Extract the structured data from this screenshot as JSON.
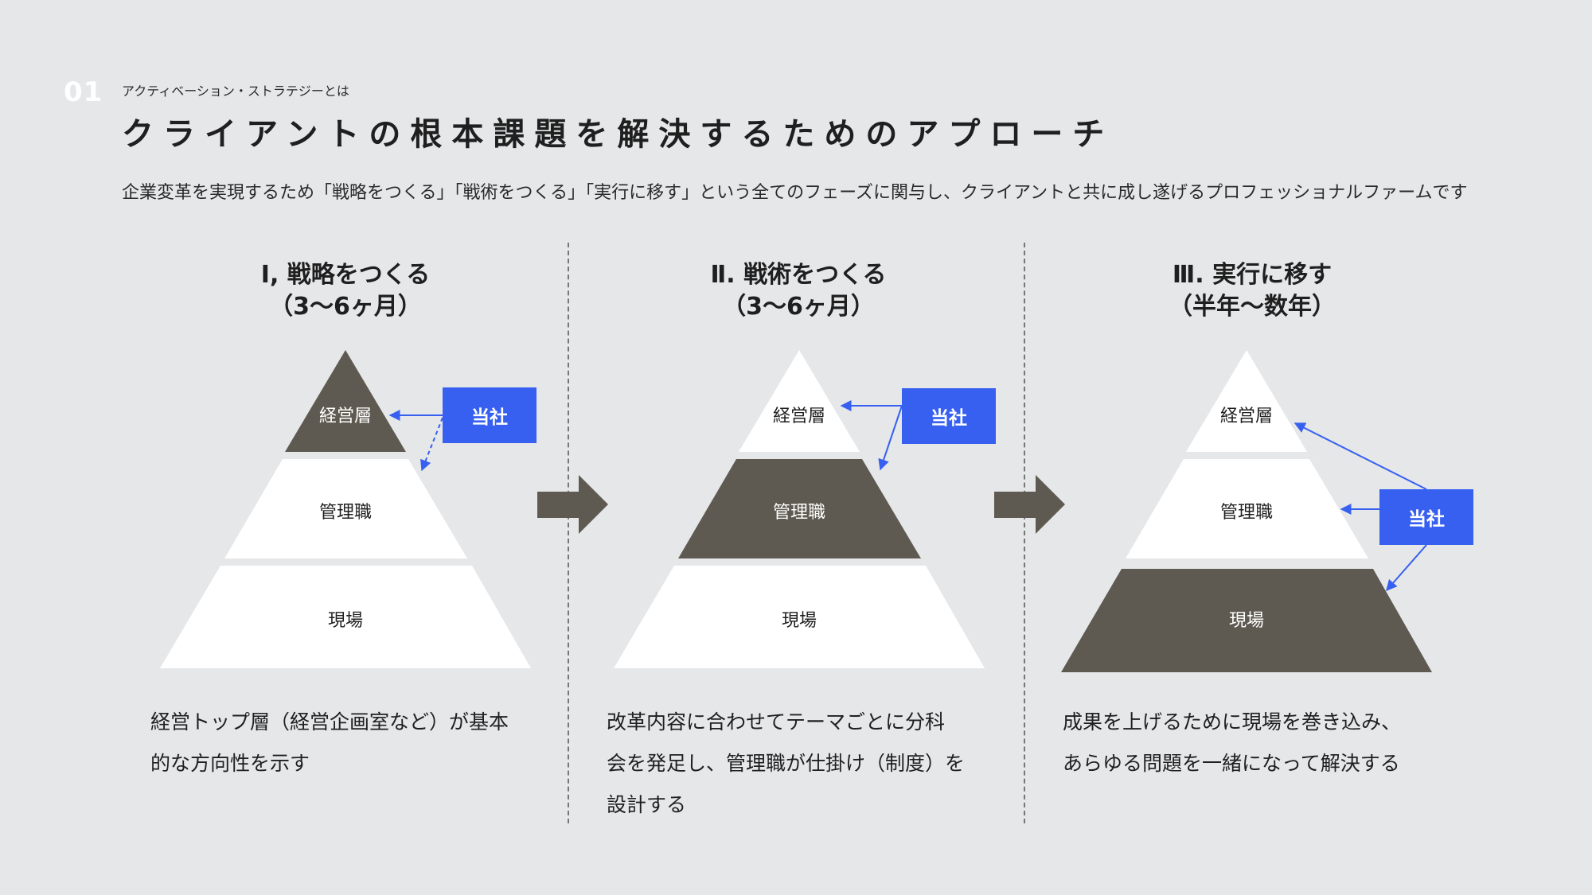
{
  "header": {
    "slide_number": "01",
    "kicker": "アクティベーション・ストラテジーとは",
    "title": "クライアントの根本課題を解決するためのアプローチ",
    "lead": "企業変革を実現するため「戦略をつくる」「戦術をつくる」「実行に移す」という全てのフェーズに関与し、クライアントと共に成し遂げるプロフェッショナルファームです"
  },
  "levels": {
    "top": "経営層",
    "middle": "管理職",
    "bottom": "現場"
  },
  "company_label": "当社",
  "phases": [
    {
      "title_line1": "Ⅰ, 戦略をつくる",
      "title_line2": "（3〜6ヶ月）",
      "desc_line1": "経営トップ層（経営企画室など）が基本",
      "desc_line2": "的な方向性を示す",
      "desc_line3": "",
      "highlight": "top"
    },
    {
      "title_line1": "Ⅱ. 戦術をつくる",
      "title_line2": "（3〜6ヶ月）",
      "desc_line1": "改革内容に合わせてテーマごとに分科",
      "desc_line2": "会を発足し、管理職が仕掛け（制度）を",
      "desc_line3": "設計する",
      "highlight": "middle"
    },
    {
      "title_line1": "Ⅲ. 実行に移す",
      "title_line2": "（半年〜数年）",
      "desc_line1": "成果を上げるために現場を巻き込み、",
      "desc_line2": "あらゆる問題を一緒になって解決する",
      "desc_line3": "",
      "highlight": "bottom"
    }
  ],
  "colors": {
    "background": "#e6e7e9",
    "highlight_fill": "#5f5a51",
    "level_fill": "#ffffff",
    "company_box": "#3760f0",
    "arrow": "#5f5a51"
  }
}
